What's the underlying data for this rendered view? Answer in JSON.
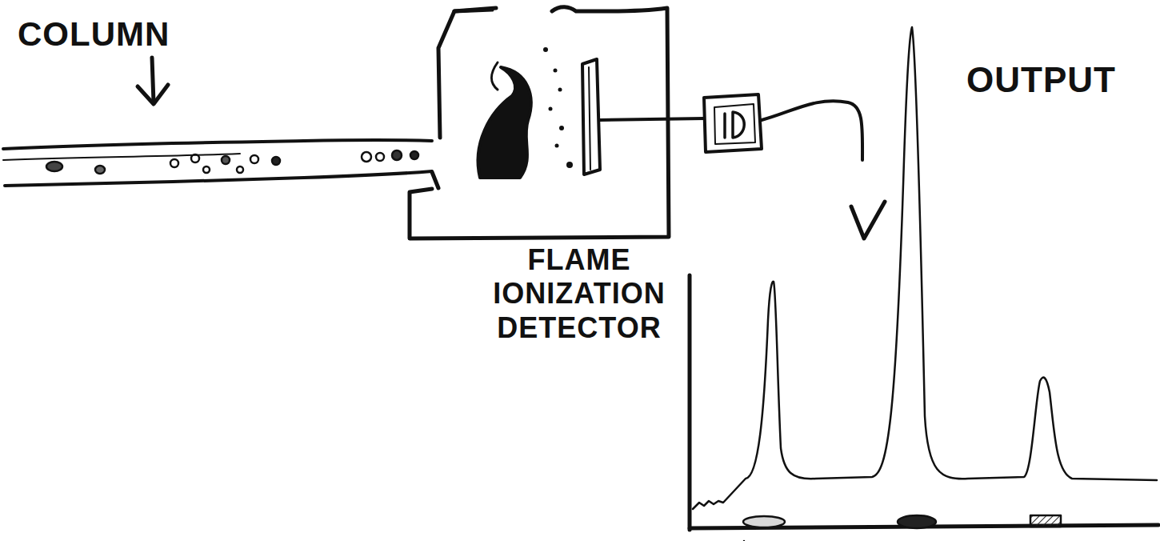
{
  "diagram": {
    "labels": [
      "COLUMN",
      "FLAME IONIZATION DETECTOR",
      "OUTPUT"
    ]
  }
}
